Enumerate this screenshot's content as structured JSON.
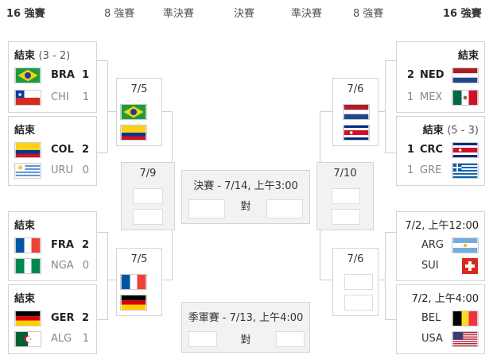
{
  "round_headers": {
    "r16_left": "16 強賽",
    "qf_left": "8 強賽",
    "sf_left": "準決賽",
    "final": "決賽",
    "sf_right": "準決賽",
    "qf_right": "8 強賽",
    "r16_right": "16 強賽"
  },
  "left_r16": [
    {
      "status": "結束",
      "extra": "(3 - 2)",
      "teams": [
        {
          "code": "BRA",
          "score": "1",
          "winner": true,
          "flag": "brazil-flag"
        },
        {
          "code": "CHI",
          "score": "1",
          "winner": false,
          "flag": "chile-flag"
        }
      ]
    },
    {
      "status": "結束",
      "extra": "",
      "teams": [
        {
          "code": "COL",
          "score": "2",
          "winner": true,
          "flag": "colombia-flag"
        },
        {
          "code": "URU",
          "score": "0",
          "winner": false,
          "flag": "uruguay-flag"
        }
      ]
    },
    {
      "status": "結束",
      "extra": "",
      "teams": [
        {
          "code": "FRA",
          "score": "2",
          "winner": true,
          "flag": "france-flag"
        },
        {
          "code": "NGA",
          "score": "0",
          "winner": false,
          "flag": "nigeria-flag"
        }
      ]
    },
    {
      "status": "結束",
      "extra": "",
      "teams": [
        {
          "code": "GER",
          "score": "2",
          "winner": true,
          "flag": "germany-flag"
        },
        {
          "code": "ALG",
          "score": "1",
          "winner": false,
          "flag": "algeria-flag"
        }
      ]
    }
  ],
  "right_r16": [
    {
      "status": "結束",
      "extra": "",
      "teams": [
        {
          "code": "NED",
          "score": "2",
          "winner": true,
          "flag": "netherlands-flag"
        },
        {
          "code": "MEX",
          "score": "1",
          "winner": false,
          "flag": "mexico-flag"
        }
      ]
    },
    {
      "status": "結束",
      "extra": "(5 - 3)",
      "teams": [
        {
          "code": "CRC",
          "score": "1",
          "winner": true,
          "flag": "costa-rica-flag"
        },
        {
          "code": "GRE",
          "score": "1",
          "winner": false,
          "flag": "greece-flag"
        }
      ]
    },
    {
      "status": "7/2, 上午12:00",
      "extra": "",
      "teams": [
        {
          "code": "ARG",
          "score": "",
          "winner": false,
          "flag": "argentina-flag"
        },
        {
          "code": "SUI",
          "score": "",
          "winner": false,
          "flag": "switzerland-flag"
        }
      ]
    },
    {
      "status": "7/2, 上午4:00",
      "extra": "",
      "teams": [
        {
          "code": "BEL",
          "score": "",
          "winner": false,
          "flag": "belgium-flag"
        },
        {
          "code": "USA",
          "score": "",
          "winner": false,
          "flag": "usa-flag"
        }
      ]
    }
  ],
  "left_qf": [
    {
      "date": "7/5"
    },
    {
      "date": "7/5"
    }
  ],
  "right_qf": [
    {
      "date": "7/6"
    },
    {
      "date": "7/6"
    }
  ],
  "left_sf": {
    "date": "7/9"
  },
  "right_sf": {
    "date": "7/10"
  },
  "final": {
    "title": "決賽 - 7/14, 上午3:00",
    "vs": "對"
  },
  "third_place": {
    "title": "季軍賽 - 7/13, 上午4:00",
    "vs": "對"
  },
  "colors": {
    "border": "#d4d4d4",
    "connector": "#cfcfcf",
    "panel": "#f2f2f2"
  }
}
